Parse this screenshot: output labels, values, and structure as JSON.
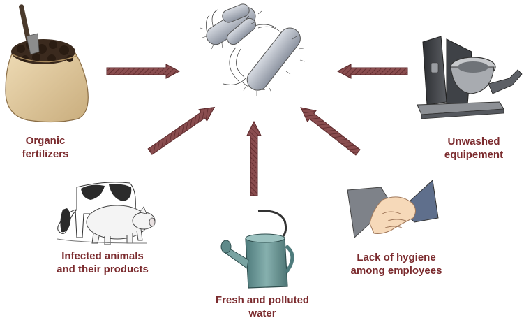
{
  "colors": {
    "label": "#7b2b2e",
    "arrow_fill": "#8a4d4f",
    "arrow_stroke": "#5c2a2c",
    "bacteria": "#a7adb8",
    "can": "#6f9a9a",
    "sack": "#e3cfa6",
    "soil": "#3b2a1e",
    "machine": "#3a3c40"
  },
  "center": {
    "icon": "bacteria-icon"
  },
  "sources": [
    {
      "id": "organic",
      "icon": "fertilizer-sack-icon",
      "lines": [
        "Organic",
        "fertilizers"
      ]
    },
    {
      "id": "animals",
      "icon": "cow-pig-icon",
      "lines": [
        "Infected animals",
        "and their products"
      ]
    },
    {
      "id": "water",
      "icon": "watering-can-icon",
      "lines": [
        "Fresh and polluted",
        "water"
      ]
    },
    {
      "id": "hygiene",
      "icon": "handshake-icon",
      "lines": [
        "Lack of hygiene",
        "among employees"
      ]
    },
    {
      "id": "equipment",
      "icon": "machine-icon",
      "lines": [
        "Unwashed",
        "equipement"
      ]
    }
  ]
}
